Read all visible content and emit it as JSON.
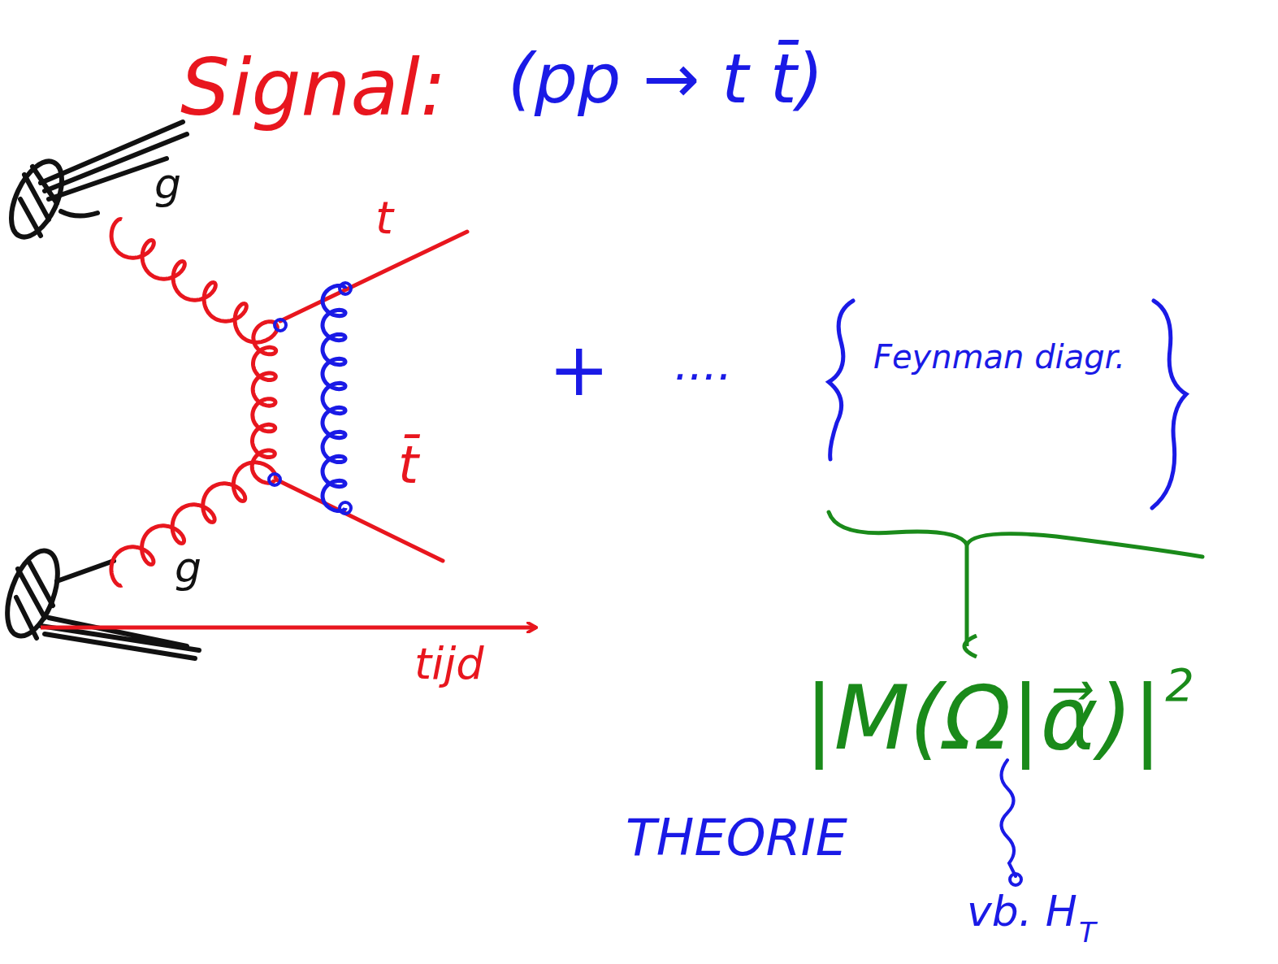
{
  "diagram": {
    "labels": [
      "Signal:",
      "(pp → t t̄)",
      "g",
      "t",
      "t̄",
      "g",
      "tijd",
      "+",
      "....",
      "Feynman diagr.",
      "|M(Ω|α⃗)|",
      "2",
      "THEORIE",
      "vb. H",
      "T"
    ]
  }
}
